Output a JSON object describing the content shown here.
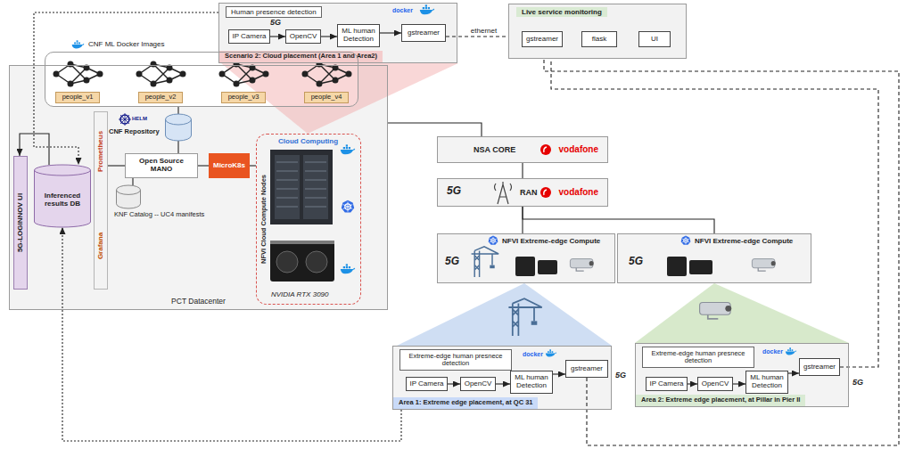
{
  "diagram": {
    "nodes": [
      {
        "text": [
          "Human presence detection",
          "Scenario 2: Cloud placement (Area 1 and Area2)"
        ]
      },
      {
        "text": [
          "IP Camera"
        ],
        "in": 0
      },
      {
        "text": [
          "OpenCV"
        ],
        "in": 0
      },
      {
        "text": [
          "ML human Detection"
        ],
        "in": 0
      },
      {
        "text": [
          "gstreamer"
        ],
        "in": 0
      },
      {
        "text": [
          "Live service monitoring"
        ]
      },
      {
        "text": [
          "gstreamer"
        ],
        "in": 5
      },
      {
        "text": [
          "flask"
        ],
        "in": 5
      },
      {
        "text": [
          "UI"
        ],
        "in": 5
      },
      {
        "text": [
          "PCT Datacenter"
        ]
      },
      {
        "text": [
          "CNF ML Docker Images"
        ]
      },
      {
        "text": [
          "people_v1"
        ],
        "in": 10
      },
      {
        "text": [
          "people_v2"
        ],
        "in": 10
      },
      {
        "text": [
          "people_v3"
        ],
        "in": 10
      },
      {
        "text": [
          "people_v4"
        ],
        "in": 10
      },
      {
        "text": [
          "5G-LOGINNOV UI"
        ],
        "in": 9
      },
      {
        "text": [
          "Inferenced results DB"
        ],
        "in": 9
      },
      {
        "text": [
          "Prometheus",
          "Grafana"
        ],
        "in": 9
      },
      {
        "text": [
          "CNF Repository"
        ],
        "in": 9
      },
      {
        "text": [
          "Open Source MANO"
        ],
        "in": 9
      },
      {
        "text": [
          "KNF Catalog -- UC4 manifests"
        ],
        "in": 9
      },
      {
        "text": [
          "MicroK8s"
        ],
        "in": 9
      },
      {
        "text": [
          "Cloud Computing",
          "NFVI Cloud Compute Nodes",
          "NVIDIA RTX 3090"
        ],
        "in": 9
      },
      {
        "text": [
          "NSA CORE",
          "vodafone"
        ]
      },
      {
        "text": [
          "5G",
          "RAN",
          "vodafone"
        ]
      },
      {
        "text": [
          "NFVI Extreme-edge Compute",
          "5G"
        ]
      },
      {
        "text": [
          "NFVI Extreme-edge Compute",
          "5G"
        ]
      },
      {
        "text": [
          "Area 1: Extreme edge placement, at QC 31"
        ]
      },
      {
        "text": [
          "Extreme-edge human presnece detection"
        ],
        "in": 27
      },
      {
        "text": [
          "IP Camera"
        ],
        "in": 27
      },
      {
        "text": [
          "OpenCV"
        ],
        "in": 27
      },
      {
        "text": [
          "ML human Detection"
        ],
        "in": 27
      },
      {
        "text": [
          "gstreamer"
        ],
        "in": 27
      },
      {
        "text": [
          "Area 2: Extreme edge placement, at Pillar in Pier II"
        ]
      },
      {
        "text": [
          "Extreme-edge human presnece detection"
        ],
        "in": 33
      },
      {
        "text": [
          "IP Camera"
        ],
        "in": 33
      },
      {
        "text": [
          "OpenCV"
        ],
        "in": 33
      },
      {
        "text": [
          "ML human Detection"
        ],
        "in": 33
      },
      {
        "text": [
          "gstreamer"
        ],
        "in": 33
      }
    ],
    "edges": [
      {
        "from": 1,
        "to": 2,
        "arrow": "to"
      },
      {
        "from": 2,
        "to": 3,
        "arrow": "to"
      },
      {
        "from": 3,
        "to": 4,
        "arrow": "to"
      },
      {
        "from": 4,
        "to": 6,
        "arrow": "to",
        "label": "ethernet"
      },
      {
        "from": 6,
        "to": 7,
        "arrow": "to"
      },
      {
        "from": 7,
        "to": 8,
        "arrow": "to"
      },
      {
        "from": 29,
        "to": 30,
        "arrow": "to"
      },
      {
        "from": 30,
        "to": 31,
        "arrow": "to"
      },
      {
        "from": 31,
        "to": 32,
        "arrow": "to"
      },
      {
        "from": 35,
        "to": 36,
        "arrow": "to"
      },
      {
        "from": 36,
        "to": 37,
        "arrow": "to"
      },
      {
        "from": 37,
        "to": 38,
        "arrow": "to"
      },
      {
        "from": 38,
        "to": 6,
        "arrow": "to"
      },
      {
        "from": 32,
        "to": 6,
        "arrow": "to"
      },
      {
        "from": 0,
        "to": 16,
        "arrow": "to"
      },
      {
        "from": 27,
        "to": 16,
        "arrow": "to"
      },
      {
        "from": 16,
        "to": 15,
        "arrow": "to"
      },
      {
        "from": 17,
        "to": 19,
        "arrow": "none"
      },
      {
        "from": 19,
        "to": 18,
        "arrow": "none"
      },
      {
        "from": 19,
        "to": 20,
        "arrow": "none"
      },
      {
        "from": 19,
        "to": 21,
        "arrow": "none"
      },
      {
        "from": 21,
        "to": 22,
        "arrow": "none"
      },
      {
        "from": 10,
        "to": 18,
        "arrow": "none"
      },
      {
        "from": 9,
        "to": 23,
        "arrow": "none"
      },
      {
        "from": 23,
        "to": 24,
        "arrow": "none"
      },
      {
        "from": 24,
        "to": 25,
        "arrow": "none"
      },
      {
        "from": 24,
        "to": 26,
        "arrow": "none"
      }
    ],
    "labels": [
      "docker",
      "5G",
      "HELM",
      "docker",
      "5G",
      "docker",
      "5G"
    ]
  }
}
